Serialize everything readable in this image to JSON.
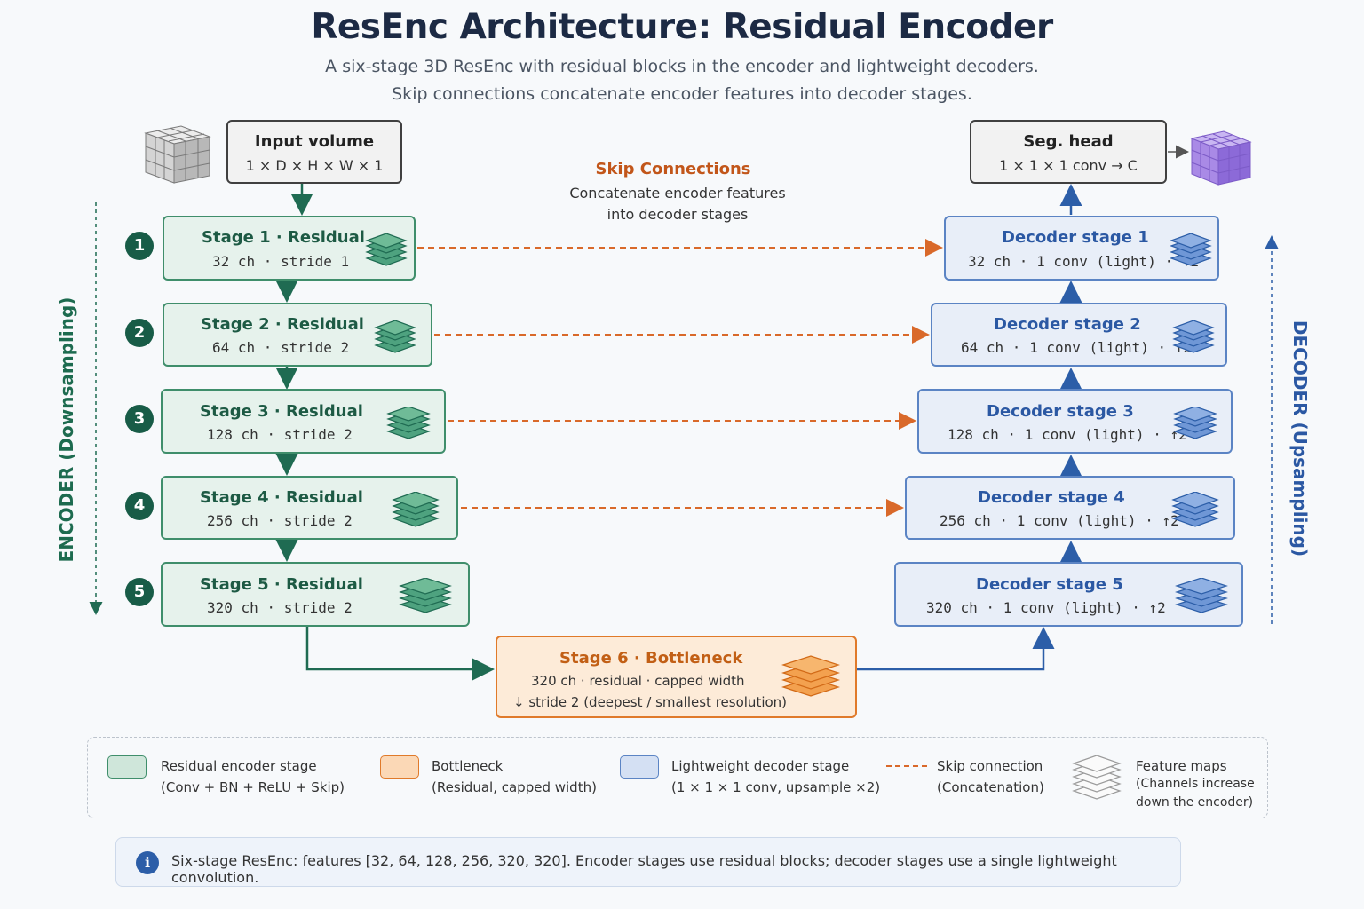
{
  "header": {
    "title": "ResEnc Architecture: Residual Encoder",
    "subtitle_line1": "A six-stage 3D ResEnc with residual blocks in the encoder and lightweight decoders.",
    "subtitle_line2": "Skip connections concatenate encoder features into decoder stages."
  },
  "input": {
    "title": "Input volume",
    "shape": "1 × D × H × W × 1"
  },
  "seg_head": {
    "title": "Seg. head",
    "spec": "1 × 1 × 1 conv → C"
  },
  "skip_note": {
    "title": "Skip Connections",
    "line1": "Concatenate encoder features",
    "line2": "into decoder stages"
  },
  "side_labels": {
    "encoder": "ENCODER (Downsampling)",
    "decoder": "DECODER (Upsampling)"
  },
  "encoder_stages": [
    {
      "num": "1",
      "title": "Stage 1 · Residual",
      "spec": "32 ch · stride 1"
    },
    {
      "num": "2",
      "title": "Stage 2 · Residual",
      "spec": "64 ch · stride 2"
    },
    {
      "num": "3",
      "title": "Stage 3 · Residual",
      "spec": "128 ch · stride 2"
    },
    {
      "num": "4",
      "title": "Stage 4 · Residual",
      "spec": "256 ch · stride 2"
    },
    {
      "num": "5",
      "title": "Stage 5 · Residual",
      "spec": "320 ch · stride 2"
    }
  ],
  "bottleneck": {
    "title": "Stage 6 · Bottleneck",
    "spec1": "320 ch · residual · capped width",
    "spec2": "↓ stride 2 (deepest / smallest resolution)"
  },
  "decoder_stages": [
    {
      "title": "Decoder stage 1",
      "spec": "32 ch · 1 conv (light) · ↑2"
    },
    {
      "title": "Decoder stage 2",
      "spec": "64 ch · 1 conv (light) · ↑2"
    },
    {
      "title": "Decoder stage 3",
      "spec": "128 ch · 1 conv (light) · ↑2"
    },
    {
      "title": "Decoder stage 4",
      "spec": "256 ch · 1 conv (light) · ↑2"
    },
    {
      "title": "Decoder stage 5",
      "spec": "320 ch · 1 conv (light) · ↑2"
    }
  ],
  "legend": [
    {
      "l1": "Residual encoder stage",
      "l2": "(Conv + BN + ReLU + Skip)"
    },
    {
      "l1": "Bottleneck",
      "l2": "(Residual, capped width)"
    },
    {
      "l1": "Lightweight decoder stage",
      "l2": "(1 × 1 × 1 conv, upsample ×2)"
    },
    {
      "l1": "Skip connection",
      "l2": "(Concatenation)"
    },
    {
      "l1": "Feature maps",
      "l2": "(Channels increase",
      "l3": "down the encoder)"
    }
  ],
  "info": {
    "text": "Six-stage ResEnc: features [32, 64, 128, 256, 320, 320]. Encoder stages use residual blocks; decoder stages use a single lightweight convolution."
  },
  "colors": {
    "encoder": "#3f8e6b",
    "decoder": "#5b84c4",
    "bottleneck": "#e07a2a",
    "skip": "#d9692a"
  }
}
